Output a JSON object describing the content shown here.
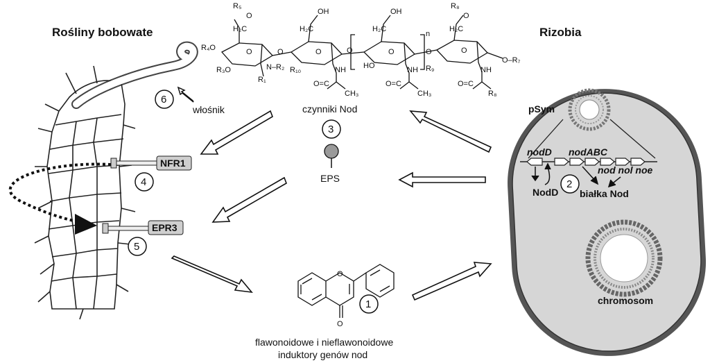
{
  "headers": {
    "left": "Rośliny bobowate",
    "right": "Rizobia"
  },
  "labels": {
    "root_hair": "włośnik",
    "nod_factors": "czynniki Nod",
    "eps": "EPS",
    "inducers_line1": "flawonoidowe i nieflawonoidowe",
    "inducers_line2": "induktory genów nod",
    "psym": "pSym",
    "chromosome": "chromosom",
    "nodD_gene": "nodD",
    "nodABC_gene": "nodABC",
    "nod_nol_noe": "nod nol noe",
    "nodD_protein": "NodD",
    "nod_proteins": "białka Nod"
  },
  "receptors": [
    {
      "name": "NFR1"
    },
    {
      "name": "EPR3"
    }
  ],
  "steps": [
    "1",
    "2",
    "3",
    "4",
    "5",
    "6"
  ],
  "chem": {
    "ch2": "H₂C",
    "ch2_right": "H₂C",
    "o": "O",
    "oh": "OH",
    "ho": "HO",
    "nh": "NH",
    "n_r1": "N–R₂",
    "r1": "R₁",
    "r3": "R₃O",
    "r4": "R₄O",
    "r5": "R₅",
    "r7": "O–R₇",
    "r8": "R₈",
    "r9": "R₉",
    "r10": "R₁₀",
    "n_repeat": "n",
    "ch3": "CH₃",
    "carbonyl": "O=C",
    "chalcone_o": "O"
  },
  "colors": {
    "cell_fill": "#d6d6d6",
    "cell_stroke": "#333333",
    "plasmid": "#777777",
    "receptor": "#cfcfcf",
    "eps_ball": "#9a9a9a"
  }
}
